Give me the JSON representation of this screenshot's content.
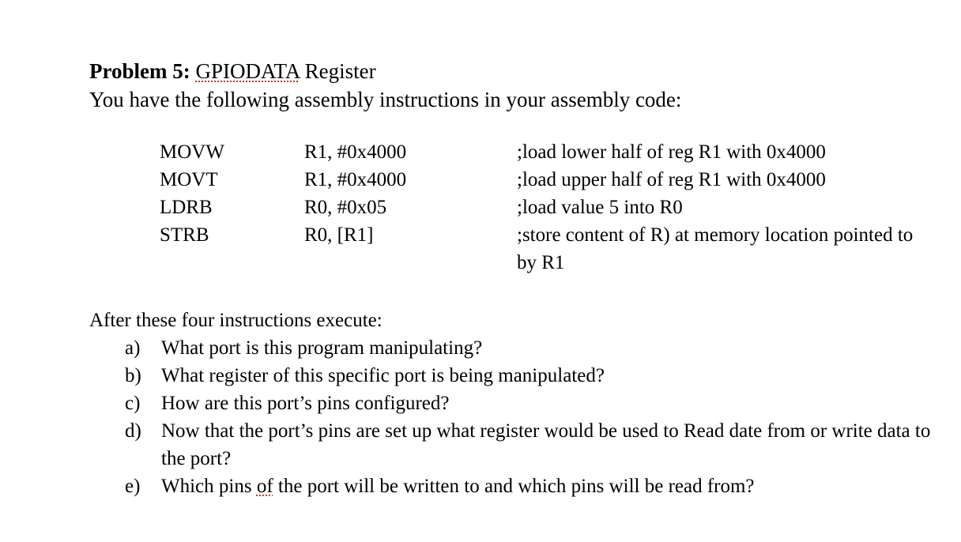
{
  "heading": {
    "label": "Problem 5:",
    "term": "GPIODATA",
    "rest": "Register"
  },
  "intro": "You have the following assembly instructions in your assembly code:",
  "code": [
    {
      "op": "MOVW",
      "args": "R1, #0x4000",
      "comment": ";load lower half of reg R1 with 0x4000"
    },
    {
      "op": "MOVT",
      "args": "R1, #0x4000",
      "comment": ";load upper half of reg R1 with 0x4000"
    },
    {
      "op": "LDRB",
      "args": "R0, #0x05",
      "comment": ";load value 5 into R0"
    },
    {
      "op": "STRB",
      "args": "R0, [R1]",
      "comment": ";store content of R) at memory location pointed to by R1"
    }
  ],
  "after": "After these four instructions execute:",
  "questions": [
    {
      "label": "a)",
      "text": "What port is this program manipulating?"
    },
    {
      "label": "b)",
      "text": "What register of this specific port is being manipulated?"
    },
    {
      "label": "c)",
      "text": "How are this port’s pins configured?"
    },
    {
      "label": "d)",
      "text": "Now that the port’s pins are set up what register would be used to Read date from or write data to the port?"
    },
    {
      "label": "e)",
      "text_before": "Which pins ",
      "text_flag": "of",
      "text_after": " the port will be written to and which pins will be read from?"
    }
  ]
}
